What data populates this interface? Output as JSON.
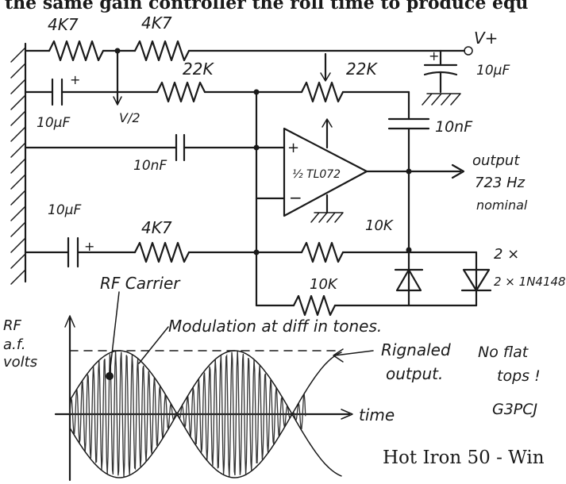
{
  "header_text": "the same gain controller the roll time to produce equ",
  "components": {
    "r_top_left": "4K7",
    "r_top_right": "4K7",
    "r_mid_left": "22K",
    "r_mid_right": "22K",
    "c_supply": "10µF",
    "supply": "V+",
    "c_left": "10µF",
    "half_v": "V/2",
    "c_input": "10nF",
    "c_output": "10nF",
    "opamp": "½ TL072",
    "c_bottom": "10µF",
    "r_bottom": "4K7",
    "r_fb1": "10K",
    "r_fb2": "10K",
    "diodes": "2 × 1N4148",
    "plus_sign": "+",
    "minus_sign": "−"
  },
  "output_label": {
    "line1": "output",
    "line2": "723 Hz",
    "line3": "nominal"
  },
  "waveform": {
    "y_axis_line1": "RF",
    "y_axis_line2": "a.f.",
    "y_axis_line3": "volts",
    "x_axis": "time",
    "carrier_label": "RF Carrier",
    "modulation_label": "Modulation at diff in tones.",
    "signal_label_line1": "Rignaled",
    "signal_label_line2": "output.",
    "no_flat_line1": "No flat",
    "no_flat_line2": "tops !",
    "signature": "G3PCJ"
  },
  "caption": "Hot Iron 50 - Win"
}
